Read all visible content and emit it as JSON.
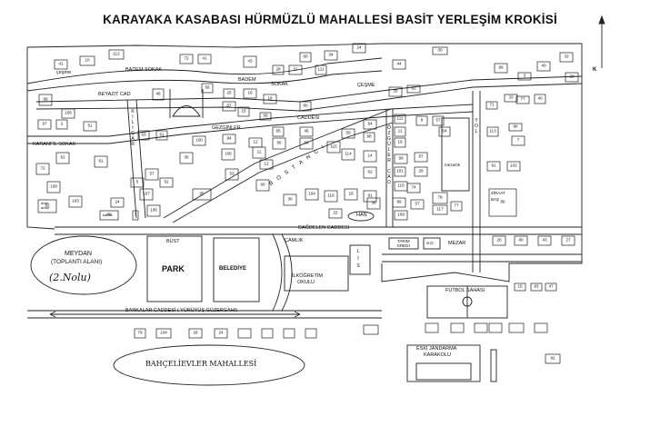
{
  "title": "KARAYAKA KASABASI HÜRMÜZLÜ MAHALLESİ BASİT YERLEŞİM KROKİSİ",
  "north": "K",
  "streets": {
    "badem_sokak": "BADEM SOKAK",
    "badem_sokak_2": "BADEM",
    "sokak": "SOKAK",
    "beyazit_cad": "BEYAZIT CAD",
    "cesme_left": "çeşme",
    "cesme": "ÇEŞME",
    "karanfil": "KARANFİL SOKAK",
    "kilicar": "KILIÇAR",
    "cadde_si": "CADDESİ",
    "gezginler": "GEZGİNLER",
    "bostanci": "BOSTANCI",
    "ozguler_cad": "ÖZGÜLER CAD",
    "yol": "YOL",
    "dagdelen": "DAĞDELEN CADDESİ",
    "camlik": "ÇAMLIK",
    "bankalar": "BANKALAR CADDESİ ( YÜRÜYÜŞ GÜZERGAHI)"
  },
  "places": {
    "meydan": "MEYDAN",
    "toplanti": "(TOPLANTI ALANI)",
    "iki_nolu": "(2.Nolu)",
    "park": "PARK",
    "bust": "BÜST",
    "belediye": "BELEDİYE",
    "ilkogretim": "İLKÖĞRETİM",
    "okulu": "OKULU",
    "lise": "LİS",
    "han": "HAN",
    "mezarlik": "mezarlık",
    "tarim_kredi_1": "TARIM",
    "tarim_kredi_2": "KREDİ",
    "sd": "S.D",
    "mezar": "MEZAR",
    "ziraat_1": "ZİRAAT",
    "ziraat_2": "BAŞ",
    "futbol": "FUTBOL SAHASI",
    "jandarma_1": "ESKİ JANDARMA",
    "jandarma_2": "KARAKOLU",
    "bahcelievler": "BAHÇELİEVLER MAHALLESİ",
    "dukkan_1": "dükk",
    "dukkan_2": "anlar",
    "kahve": "kahve"
  },
  "numbers": [
    "41",
    "10",
    "112",
    "72",
    "41",
    "43",
    "28",
    "60",
    "34",
    "24",
    "30",
    "33",
    "44",
    "99",
    "40",
    "3",
    "20",
    "31",
    "111",
    "99",
    "46",
    "56",
    "25",
    "16",
    "18",
    "80",
    "35",
    "62",
    "33",
    "77",
    "71",
    "40",
    "105",
    "97",
    "2",
    "51",
    "57",
    "15",
    "58",
    "113",
    "90",
    "7",
    "63",
    "61",
    "100",
    "94",
    "12",
    "65",
    "45",
    "59",
    "54",
    "98",
    "111",
    "11",
    "19",
    "8",
    "57",
    "54",
    "72",
    "61",
    "81",
    "35",
    "105",
    "11",
    "56",
    "66",
    "115",
    "114",
    "14",
    "99",
    "87",
    "91",
    "102",
    "57",
    "53",
    "12",
    "62",
    "101",
    "29",
    "108",
    "103",
    "5",
    "52",
    "107",
    "65",
    "60",
    "30",
    "104",
    "116",
    "18",
    "91",
    "115",
    "74",
    "86",
    "92",
    "24",
    "88",
    "7",
    "106",
    "22",
    "36",
    "89",
    "109",
    "57",
    "78",
    "117",
    "77",
    "28",
    "80",
    "43",
    "27",
    "15",
    "93",
    "47",
    "92",
    "79",
    "104",
    "29",
    "24"
  ]
}
